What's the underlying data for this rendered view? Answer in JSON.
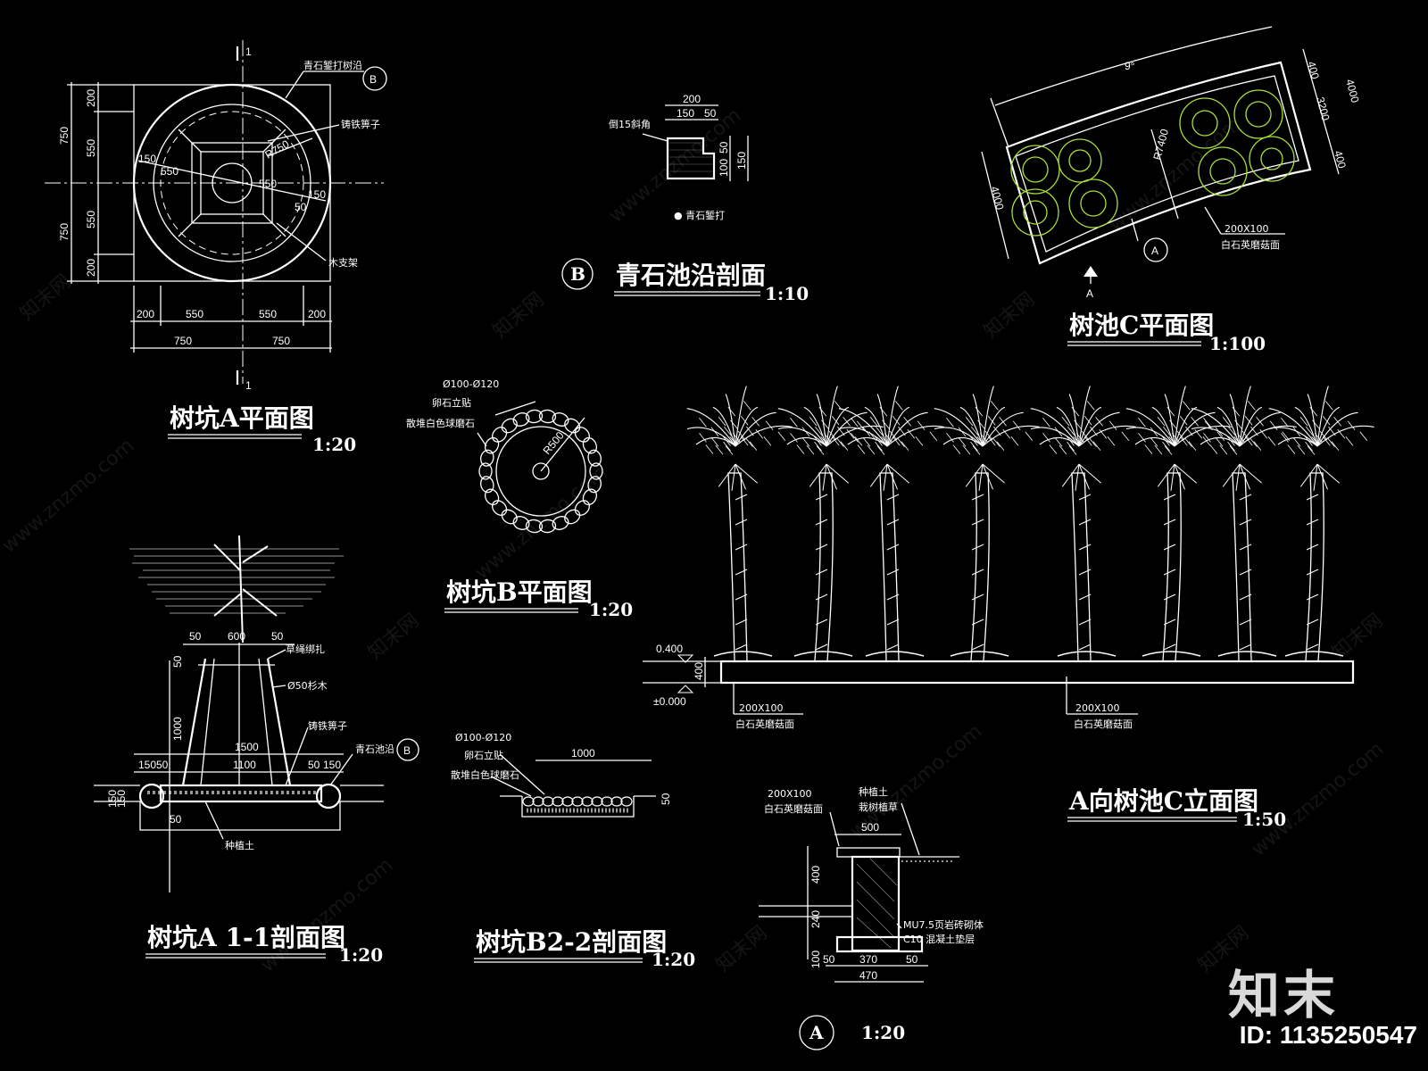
{
  "brand": {
    "logo_text": "知末",
    "id_text": "ID: 1135250547"
  },
  "watermark": {
    "cn": "知末网",
    "url": "www.znzmo.com"
  },
  "pitA": {
    "title": "树坑A平面图",
    "scale": "1:20",
    "section_mark": "1",
    "labels": {
      "edge": "青石錾打树沿",
      "grate": "铸铁箅子",
      "support": "木支架",
      "ref": "B"
    },
    "dims_left": [
      "200",
      "550",
      "550",
      "200"
    ],
    "dims_left_outer": [
      "750",
      "750"
    ],
    "dims_bottom": [
      "200",
      "550",
      "550",
      "200"
    ],
    "dims_bottom_outer": [
      "750",
      "750"
    ],
    "inner": [
      "150",
      "550",
      "R750",
      "550",
      "150",
      "50"
    ]
  },
  "edgeB": {
    "title": "青石池沿剖面",
    "scale": "1:10",
    "mark": "B",
    "labels": {
      "chamfer": "倒15斜角",
      "note": "● 青石錾打"
    },
    "dims": [
      "200",
      "150",
      "50",
      "50",
      "100",
      "150"
    ]
  },
  "poolCPlan": {
    "title": "树池C平面图",
    "scale": "1:100",
    "dims": [
      "9°",
      "400",
      "3200",
      "4000",
      "400",
      "4000",
      "R7400"
    ],
    "labels": {
      "paving_size": "200X100",
      "paving": "白石英磨菇面",
      "ref": "A",
      "view": "A"
    }
  },
  "pitB": {
    "title": "树坑B平面图",
    "scale": "1:20",
    "labels": {
      "pebble_size": "Ø100-Ø120",
      "pebble": "卵石立贴",
      "fill": "散堆白色球磨石",
      "radius": "R500"
    }
  },
  "elevC": {
    "title": "A向树池C立面图",
    "scale": "1:50",
    "levels": [
      "0.400",
      "±0.000"
    ],
    "dim": "400",
    "labels": [
      {
        "size": "200X100",
        "text": "白石英磨菇面"
      },
      {
        "size": "200X100",
        "text": "白石英磨菇面"
      }
    ]
  },
  "secA": {
    "title": "树坑A 1-1剖面图",
    "scale": "1:20",
    "labels": {
      "rope": "草绳绑扎",
      "pole": "Ø50杉木",
      "grate": "铸铁箅子",
      "edge": "青石池沿",
      "soil": "种植土",
      "ref": "B"
    },
    "dims": [
      "50",
      "600",
      "50",
      "50",
      "1000",
      "1500",
      "150",
      "50",
      "1100",
      "50",
      "150",
      "150",
      "150",
      "50"
    ]
  },
  "secB": {
    "title": "树坑B2-2剖面图",
    "scale": "1:20",
    "labels": {
      "pebble_size": "Ø100-Ø120",
      "pebble": "卵石立贴",
      "fill": "散堆白色球磨石"
    },
    "dims": [
      "1000",
      "50"
    ]
  },
  "detailA": {
    "mark": "A",
    "scale": "1:20",
    "labels": {
      "paving_size": "200X100",
      "paving": "白石英磨菇面",
      "soil": "种植土",
      "turf": "栽树植草",
      "wall": "MU7.5页岩砖砌体",
      "base": "C10  混凝土垫层"
    },
    "dims": [
      "500",
      "400",
      "240",
      "100",
      "50",
      "370",
      "50",
      "470"
    ]
  }
}
